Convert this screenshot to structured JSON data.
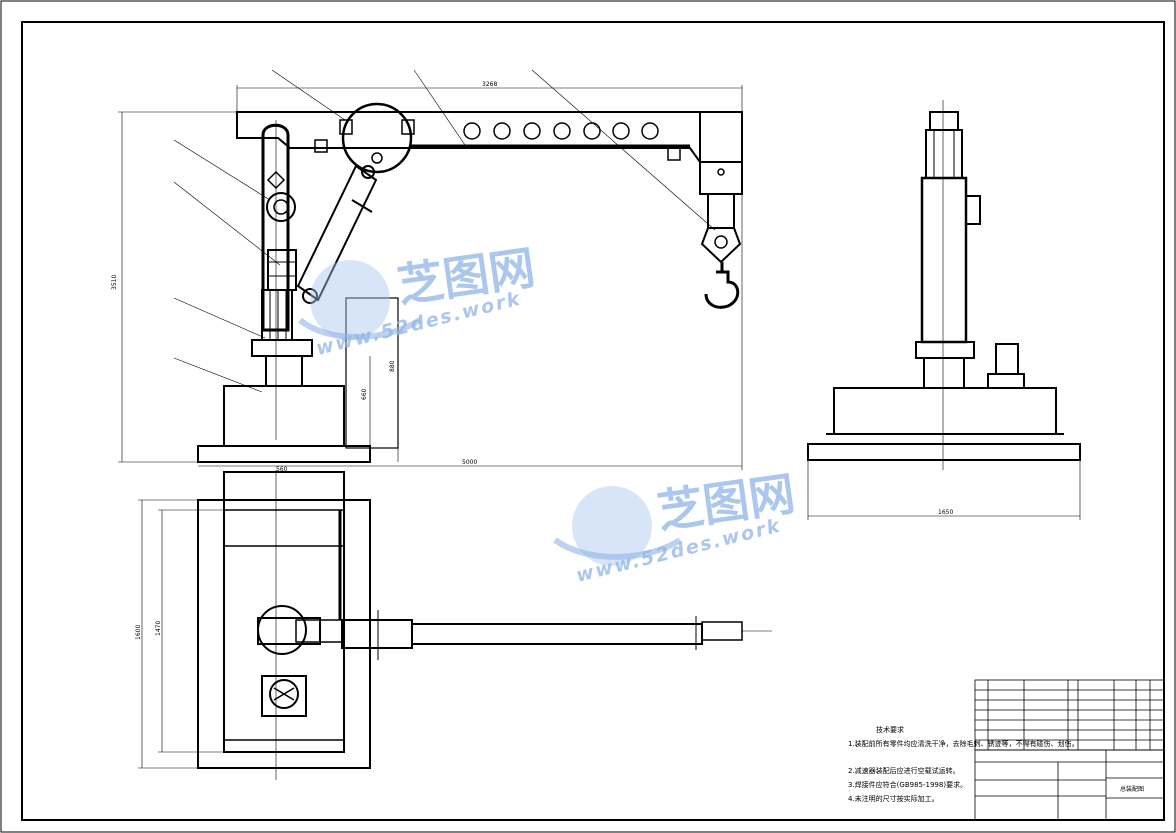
{
  "dimensions": {
    "top_span": "3268",
    "overall_height": "3510",
    "base_height": "660",
    "column_height": "880",
    "overall_width": "5000",
    "base_width": "560",
    "side_width": "1650",
    "plan_outer": "1600",
    "plan_inner": "1470"
  },
  "watermark": {
    "brand_cn": "芝图网",
    "brand_url": "www.52des.work"
  },
  "tech_notes": {
    "title": "技术要求",
    "lines": [
      "1.装配前所有零件均应清洗干净，去除毛刺、锈迹等，不得有碰伤、划伤。",
      "2.减速器装配后应进行空载试运转。",
      "3.焊接件应符合(GB985-1998)要求。",
      "4.未注明的尺寸按实际加工。"
    ]
  },
  "title_block": {
    "drawing_name": "总装配图"
  }
}
